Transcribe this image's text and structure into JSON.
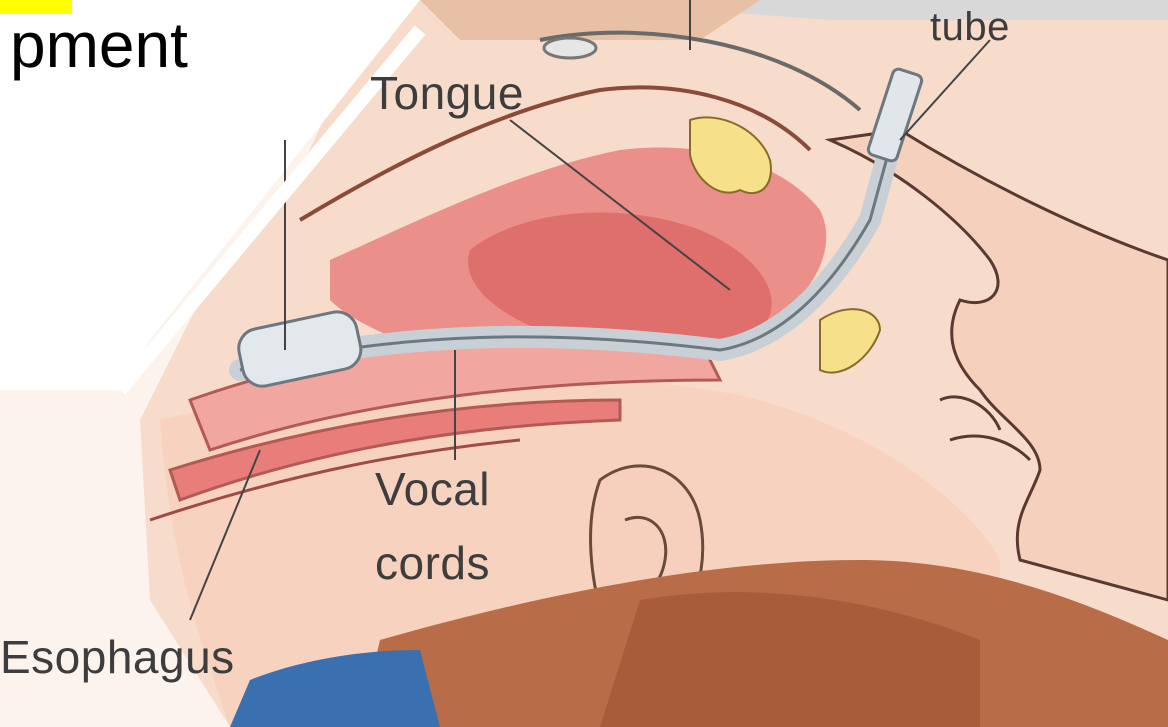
{
  "slide": {
    "title_fragment": "pment"
  },
  "labels": {
    "tube": "tube",
    "tongue": "Tongue",
    "vocal": "Vocal",
    "cords": "cords",
    "esophagus": "Esophagus"
  },
  "colors": {
    "highlight": "#ffff00",
    "label_text": "#3d3d3d",
    "skin": "#f7d6c2",
    "tissue": "#e98a86",
    "tube": "#d9dfe3",
    "hair": "#b86a45",
    "shirt": "#3a6fb0"
  }
}
